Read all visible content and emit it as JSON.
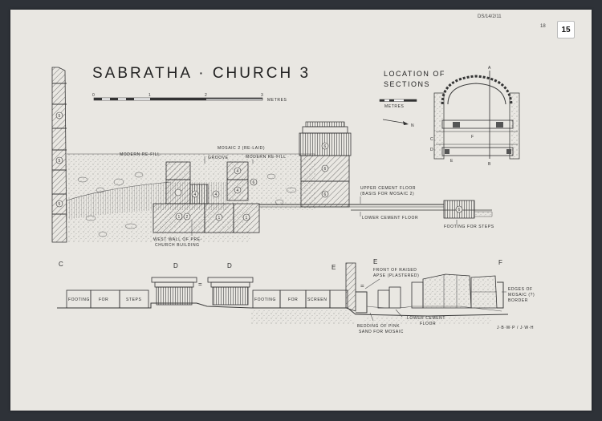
{
  "title": "SABRATHA · CHURCH 3",
  "scale": {
    "ticks": [
      "0",
      "1",
      "2",
      "3"
    ],
    "unit": "METRES"
  },
  "location": {
    "title_line1": "LOCATION OF",
    "title_line2": "SECTIONS",
    "scale_unit": "METRES",
    "north": "N",
    "letters": [
      "A",
      "B",
      "C",
      "D",
      "E",
      "F"
    ]
  },
  "archive_ref": "DS/14/2/11",
  "sheet_ref": "18",
  "tag_number": "15",
  "upper_section": {
    "labels": {
      "mosaic": "MOSAIC 2 (RE-LAID)",
      "refill_left": "MODERN RE-FILL",
      "refill_right": "MODERN RE-FILL",
      "groove": "GROOVE",
      "upper_floor_1": "UPPER CEMENT FLOOR",
      "upper_floor_2": "(BASIS FOR MOSAIC 2)",
      "lower_floor": "LOWER CEMENT FLOOR",
      "footing_steps": "FOOTING FOR STEPS",
      "west_wall_1": "WEST WALL OF PRE-",
      "west_wall_2": "CHURCH BUILDING"
    },
    "block_numbers": [
      "5",
      "5",
      "5",
      "6",
      "6",
      "6",
      "4",
      "4",
      "4",
      "4",
      "1",
      "2",
      "1",
      "1",
      "6",
      "6"
    ]
  },
  "lower_section": {
    "letters": [
      "C",
      "D",
      "D",
      "E",
      "E",
      "F"
    ],
    "equals": [
      "=",
      "="
    ],
    "labels": {
      "footing": "FOOTING",
      "for": "FOR",
      "steps": "STEPS",
      "footing2": "FOOTING",
      "for2": "FOR",
      "screen": "SCREEN",
      "apse_1": "FRONT OF RAISED",
      "apse_2": "APSE (PLASTERED)",
      "bedding_1": "BEDDING OF PINK",
      "bedding_2": "SAND FOR MOSAIC",
      "lower_1": "LOWER CEMENT",
      "lower_2": "FLOOR",
      "edges_1": "EDGES OF",
      "edges_2": "MOSAIC (?)",
      "edges_3": "BORDER"
    },
    "initials": "J·B·W·P / J·W·H"
  }
}
